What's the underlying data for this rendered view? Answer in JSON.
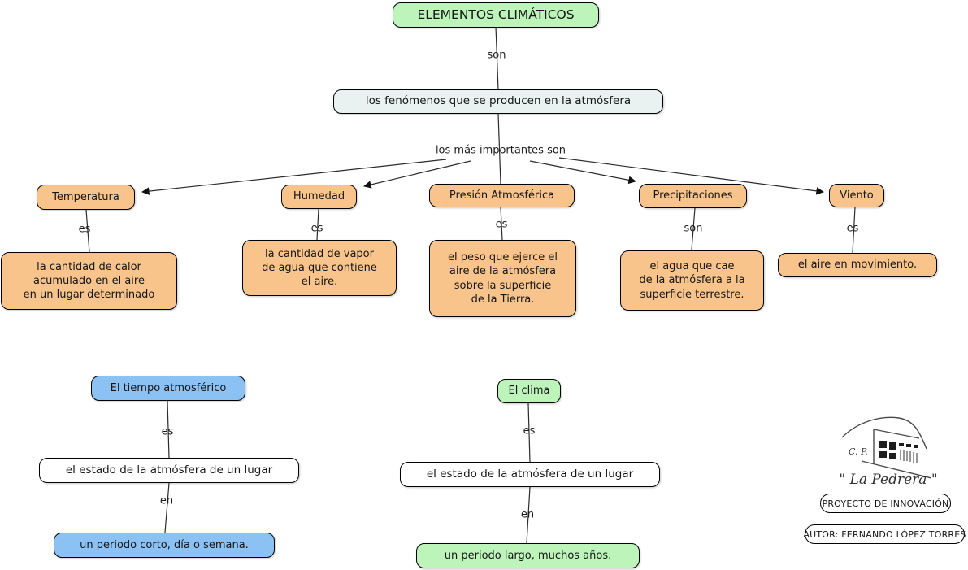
{
  "top": {
    "root": "ELEMENTOS CLIMÁTICOS",
    "link_root": "son",
    "phenomena": "los fenómenos que se producen en la atmósfera",
    "link_elements": "los más importantes son"
  },
  "elements": [
    {
      "name": "Temperatura",
      "link": "es",
      "definition": "la cantidad de calor\nacumulado en el aire\nen un lugar determinado"
    },
    {
      "name": "Humedad",
      "link": "es",
      "definition": "la cantidad de vapor\nde agua que contiene\nel aire."
    },
    {
      "name": "Presión Atmosférica",
      "link": "es",
      "definition": "el peso que ejerce el\naire de la atmósfera\nsobre la superficie\nde la Tierra."
    },
    {
      "name": "Precipitaciones",
      "link": "son",
      "definition": "el agua que cae\nde la atmósfera a la\nsuperficie terrestre."
    },
    {
      "name": "Viento",
      "link": "es",
      "definition": "el aire en movimiento."
    }
  ],
  "weather": {
    "name": "El tiempo atmosférico",
    "link_state": "es",
    "state": "el estado de la atmósfera de un lugar",
    "link_period": "en",
    "period": "un periodo corto, día o semana."
  },
  "climate": {
    "name": "El clima",
    "link_state": "es",
    "state": "el estado de la atmósfera de un lugar",
    "link_period": "en",
    "period": "un periodo largo, muchos años."
  },
  "footer": {
    "school_abbr": "C. P.",
    "school_name": "\" La Pedrera \"",
    "project": "PROYECTO DE INNOVACIÓN",
    "author": "AUTOR: FERNANDO LÓPEZ TORRES"
  },
  "colors": {
    "concept_green": "#bcf4ba",
    "concept_orange": "#f9c48c",
    "concept_blue": "#8cc1f3",
    "concept_light": "#e9f1f1",
    "line": "#2b2b2b"
  }
}
